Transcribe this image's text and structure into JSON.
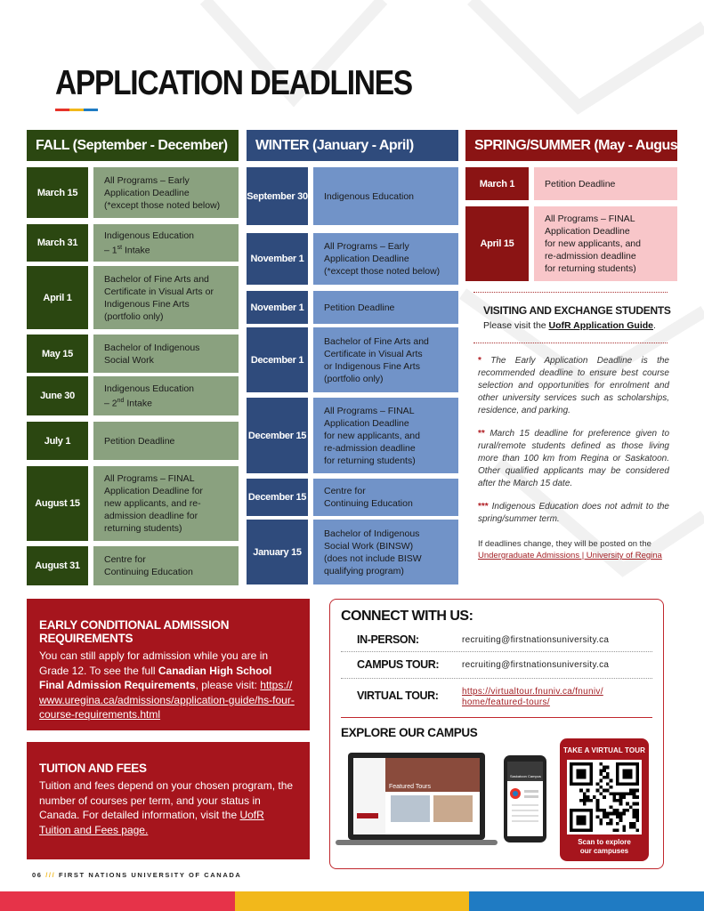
{
  "page": {
    "title": "APPLICATION DEADLINES",
    "accent_colors": [
      "#e63329",
      "#f2b81b",
      "#1f7bc3"
    ]
  },
  "fall": {
    "header": "FALL (September - December)",
    "header_color": "#2b4711",
    "date_color": "#2b4711",
    "desc_color": "#8aa17f",
    "rows": [
      {
        "date": "March 15",
        "desc_lines": [
          "All Programs – Early",
          "Application Deadline",
          "(*except those noted below)"
        ]
      },
      {
        "date": "March 31",
        "desc_lines": [
          "Indigenous Education",
          "– 1st Intake"
        ]
      },
      {
        "date": "April 1",
        "desc_lines": [
          "Bachelor of Fine Arts and",
          "Certificate in Visual Arts or",
          "Indigenous Fine Arts",
          "(portfolio only)"
        ]
      },
      {
        "date": "May 15",
        "desc_lines": [
          "Bachelor of Indigenous",
          "Social Work"
        ]
      },
      {
        "date": "June 30",
        "desc_lines": [
          "Indigenous Education",
          "– 2nd Intake"
        ]
      },
      {
        "date": "July 1",
        "desc_lines": [
          "Petition Deadline"
        ]
      },
      {
        "date": "August 15",
        "desc_lines": [
          "All Programs – FINAL",
          "Application Deadline for",
          "new applicants, and re-",
          "admission deadline for",
          "returning students)"
        ]
      },
      {
        "date": "August 31",
        "desc_lines": [
          "Centre for",
          "Continuing Education"
        ]
      }
    ]
  },
  "winter": {
    "header": "WINTER (January - April)",
    "header_color": "#2f4b7c",
    "date_color": "#2f4b7c",
    "desc_color": "#7193c8",
    "rows": [
      {
        "date": "September 30",
        "desc_lines": [
          "Indigenous Education"
        ]
      },
      {
        "date": "November 1",
        "desc_lines": [
          "All Programs – Early",
          "Application Deadline",
          "(*except those noted below)"
        ]
      },
      {
        "date": "November 1",
        "desc_lines": [
          "Petition Deadline"
        ]
      },
      {
        "date": "December 1",
        "desc_lines": [
          "Bachelor of Fine Arts and",
          "Certificate in Visual Arts",
          "or Indigenous Fine Arts",
          "(portfolio only)"
        ]
      },
      {
        "date": "December 15",
        "desc_lines": [
          "All Programs – FINAL",
          "Application Deadline",
          "for new applicants, and",
          "re-admission deadline",
          "for returning students)"
        ]
      },
      {
        "date": "December 15",
        "desc_lines": [
          "Centre for",
          "Continuing Education"
        ]
      },
      {
        "date": "January 15",
        "desc_lines": [
          "Bachelor of Indigenous",
          "Social Work (BINSW)",
          "(does not include BISW",
          "qualifying program)"
        ]
      }
    ]
  },
  "spring": {
    "header": "SPRING/SUMMER (May - August)",
    "header_color": "#8b1414",
    "date_color": "#8b1414",
    "desc_color": "#f8c6c9",
    "rows": [
      {
        "date": "March 1",
        "desc_lines": [
          "Petition Deadline"
        ]
      },
      {
        "date": "April 15",
        "desc_lines": [
          "All Programs – FINAL",
          "Application Deadline",
          "for new applicants, and",
          "re-admission deadline",
          "for returning students)"
        ]
      }
    ]
  },
  "visiting": {
    "title": "VISITING AND EXCHANGE STUDENTS",
    "text": "Please visit the ",
    "link": "UofR Application Guide",
    "end": "."
  },
  "notes": [
    {
      "stars": "*",
      "text": " The Early Application Deadline is the recommended deadline to ensure best course selection and opportunities for enrolment and other university services such as scholarships, residence, and parking."
    },
    {
      "stars": "**",
      "text": " March 15 deadline for preference given to rural/remote students defined as those living more than 100 km from Regina or Saskatoon. Other qualified applicants may be considered after the March 15 date."
    },
    {
      "stars": "***",
      "text": " Indigenous Education does not admit to the spring/summer term."
    }
  ],
  "change_note": {
    "text": "If deadlines change, they will be posted on the",
    "link": "Undergraduate Admissions | University of Regina"
  },
  "early_admission": {
    "title": "EARLY CONDITIONAL ADMISSION REQUIREMENTS",
    "text1": "You can still apply for admission while you are in Grade 12. To see the full ",
    "bold": "Canadian High School Final Admission Requirements",
    "text2": ", please visit: ",
    "link": "https://www.uregina.ca/admissions/application-guide/hs-four-course-requirements.html"
  },
  "tuition": {
    "title": "TUITION AND FEES",
    "text": "Tuition and fees depend on your chosen program, the number of courses per term, and your status in Canada. For detailed information, visit the ",
    "link": "UofR Tuition and Fees page."
  },
  "connect": {
    "title": "CONNECT WITH US:",
    "rows": [
      {
        "label": "IN-PERSON:",
        "value": "recruiting@firstnationsuniversity.ca"
      },
      {
        "label": "CAMPUS TOUR:",
        "value": "recruiting@firstnationsuniversity.ca"
      },
      {
        "label": "VIRTUAL TOUR:",
        "value_lines": [
          "https://virtualtour.fnuniv.ca/fnuniv/",
          "home/featured-tours/"
        ]
      }
    ],
    "explore_title": "EXPLORE OUR CAMPUS",
    "laptop_screen_text": "Featured Tours",
    "phone_screen_text": "Saskatoon Campus",
    "tour_card_title": "TAKE A VIRTUAL TOUR",
    "tour_card_foot_lines": [
      "Scan to explore",
      "our campuses"
    ]
  },
  "footer": {
    "page_num": "06",
    "slashes": "///",
    "org": "FIRST NATIONS UNIVERSITY OF CANADA",
    "bar_colors": [
      "#e63349",
      "#f2b81b",
      "#1f7bc3"
    ]
  }
}
